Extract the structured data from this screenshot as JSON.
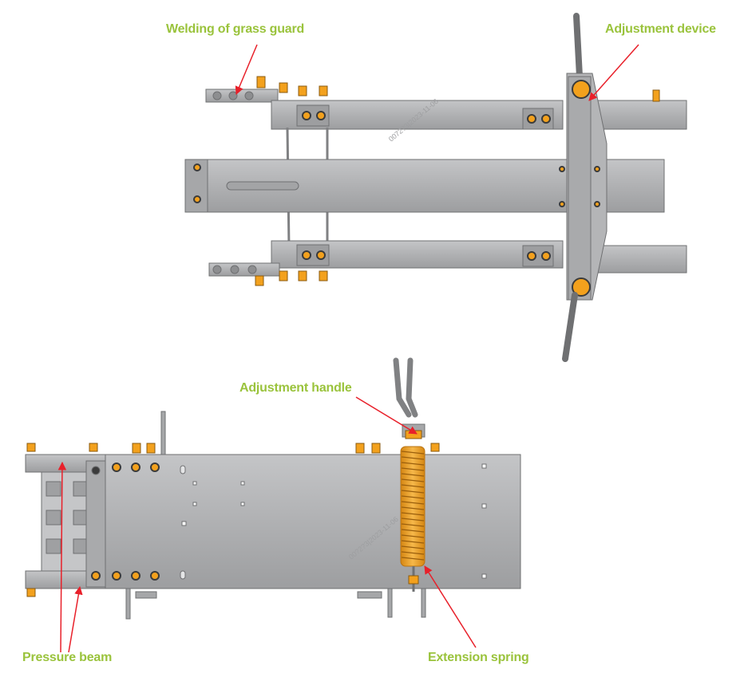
{
  "labels": {
    "grass_guard": "Welding of grass guard",
    "adjustment_device": "Adjustment device",
    "adjustment_handle": "Adjustment handle",
    "pressure_beam": "Pressure beam",
    "extension_spring": "Extension spring"
  },
  "watermarks": [
    "0072?3|2023-11-06",
    "00?2?3|2023-11-06"
  ],
  "colors": {
    "label_green": "#9ac33c",
    "arrow_red": "#e8202a",
    "metal": "#b2b3b5",
    "metal_dark": "#8d8e90",
    "bolt_orange": "#f3a11d",
    "spring_orange": "#f2a42a"
  }
}
